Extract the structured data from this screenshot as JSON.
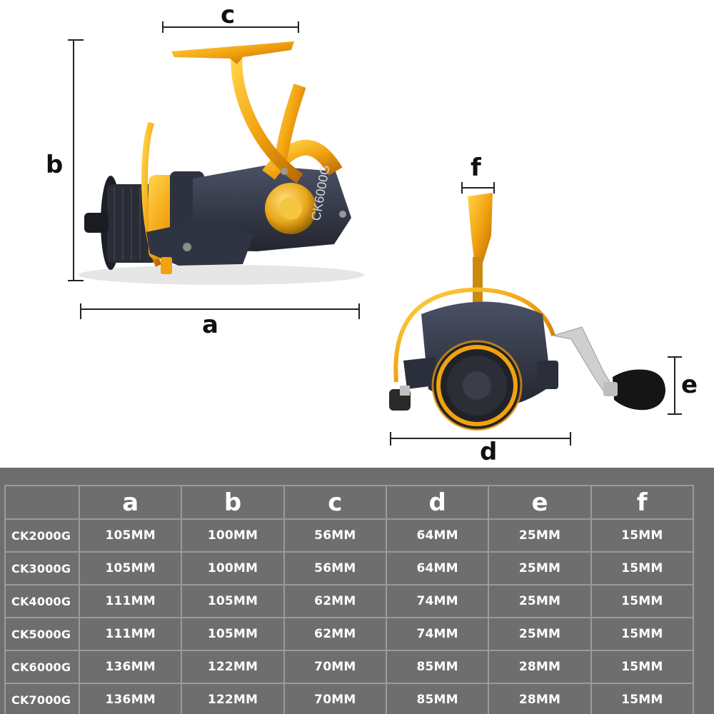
{
  "dimension_labels": {
    "a": "a",
    "b": "b",
    "c": "c",
    "d": "d",
    "e": "e",
    "f": "f"
  },
  "reel": {
    "side_model_text": "CK6000G"
  },
  "colors": {
    "gold": "#f2a10f",
    "body": "#33384a",
    "table_bg": "#6e6e6e",
    "grid": "#9a9a9a"
  },
  "spec_table": {
    "headers": [
      "",
      "a",
      "b",
      "c",
      "d",
      "e",
      "f"
    ],
    "rows": [
      [
        "CK2000G",
        "105MM",
        "100MM",
        "56MM",
        "64MM",
        "25MM",
        "15MM"
      ],
      [
        "CK3000G",
        "105MM",
        "100MM",
        "56MM",
        "64MM",
        "25MM",
        "15MM"
      ],
      [
        "CK4000G",
        "111MM",
        "105MM",
        "62MM",
        "74MM",
        "25MM",
        "15MM"
      ],
      [
        "CK5000G",
        "111MM",
        "105MM",
        "62MM",
        "74MM",
        "25MM",
        "15MM"
      ],
      [
        "CK6000G",
        "136MM",
        "122MM",
        "70MM",
        "85MM",
        "28MM",
        "15MM"
      ],
      [
        "CK7000G",
        "136MM",
        "122MM",
        "70MM",
        "85MM",
        "28MM",
        "15MM"
      ]
    ]
  }
}
